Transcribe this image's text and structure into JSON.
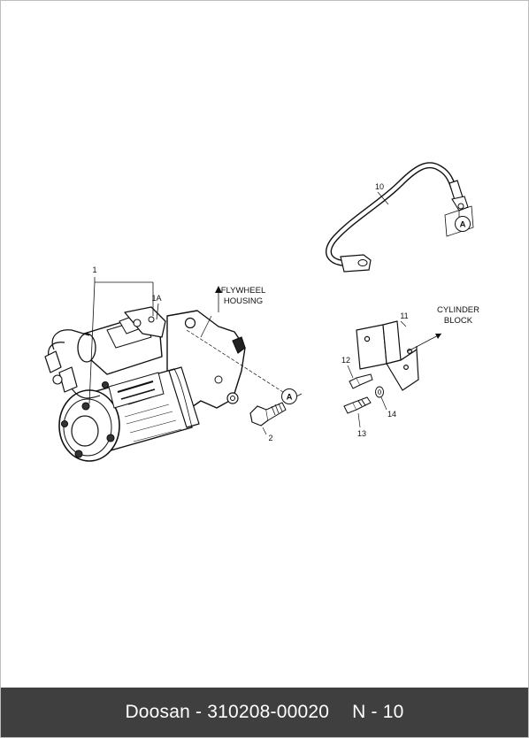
{
  "callouts": {
    "c1": "1",
    "c1a": "1A",
    "c2": "2",
    "c10": "10",
    "c11": "11",
    "c12": "12",
    "c13": "13",
    "c14": "14",
    "ref_a": "A"
  },
  "labels": {
    "flywheel_line1": "FLYWHEEL",
    "flywheel_line2": "HOUSING",
    "cylinder_line1": "CYLINDER",
    "cylinder_line2": "BLOCK"
  },
  "footer": {
    "brand_part": "Doosan - 310208-00020",
    "page_ref": "N - 10"
  }
}
